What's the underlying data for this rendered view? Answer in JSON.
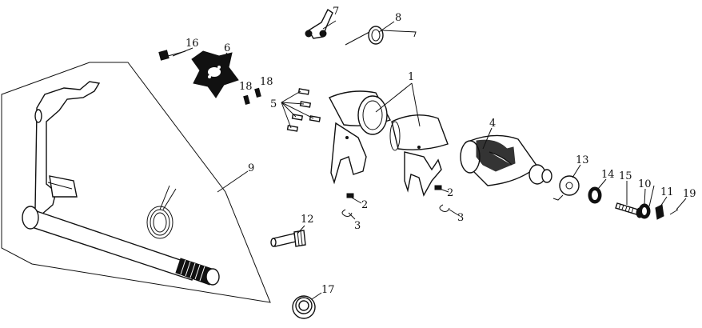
{
  "labels": {
    "p1": "1",
    "p2a": "2",
    "p2b": "2",
    "p3a": "3",
    "p3b": "3",
    "p4": "4",
    "p5": "5",
    "p6": "6",
    "p7": "7",
    "p8": "8",
    "p9": "9",
    "p10": "10",
    "p11": "11",
    "p12": "12",
    "p13": "13",
    "p14": "14",
    "p15": "15",
    "p16": "16",
    "p17": "17",
    "p18a": "18",
    "p18b": "18",
    "p19": "19"
  }
}
